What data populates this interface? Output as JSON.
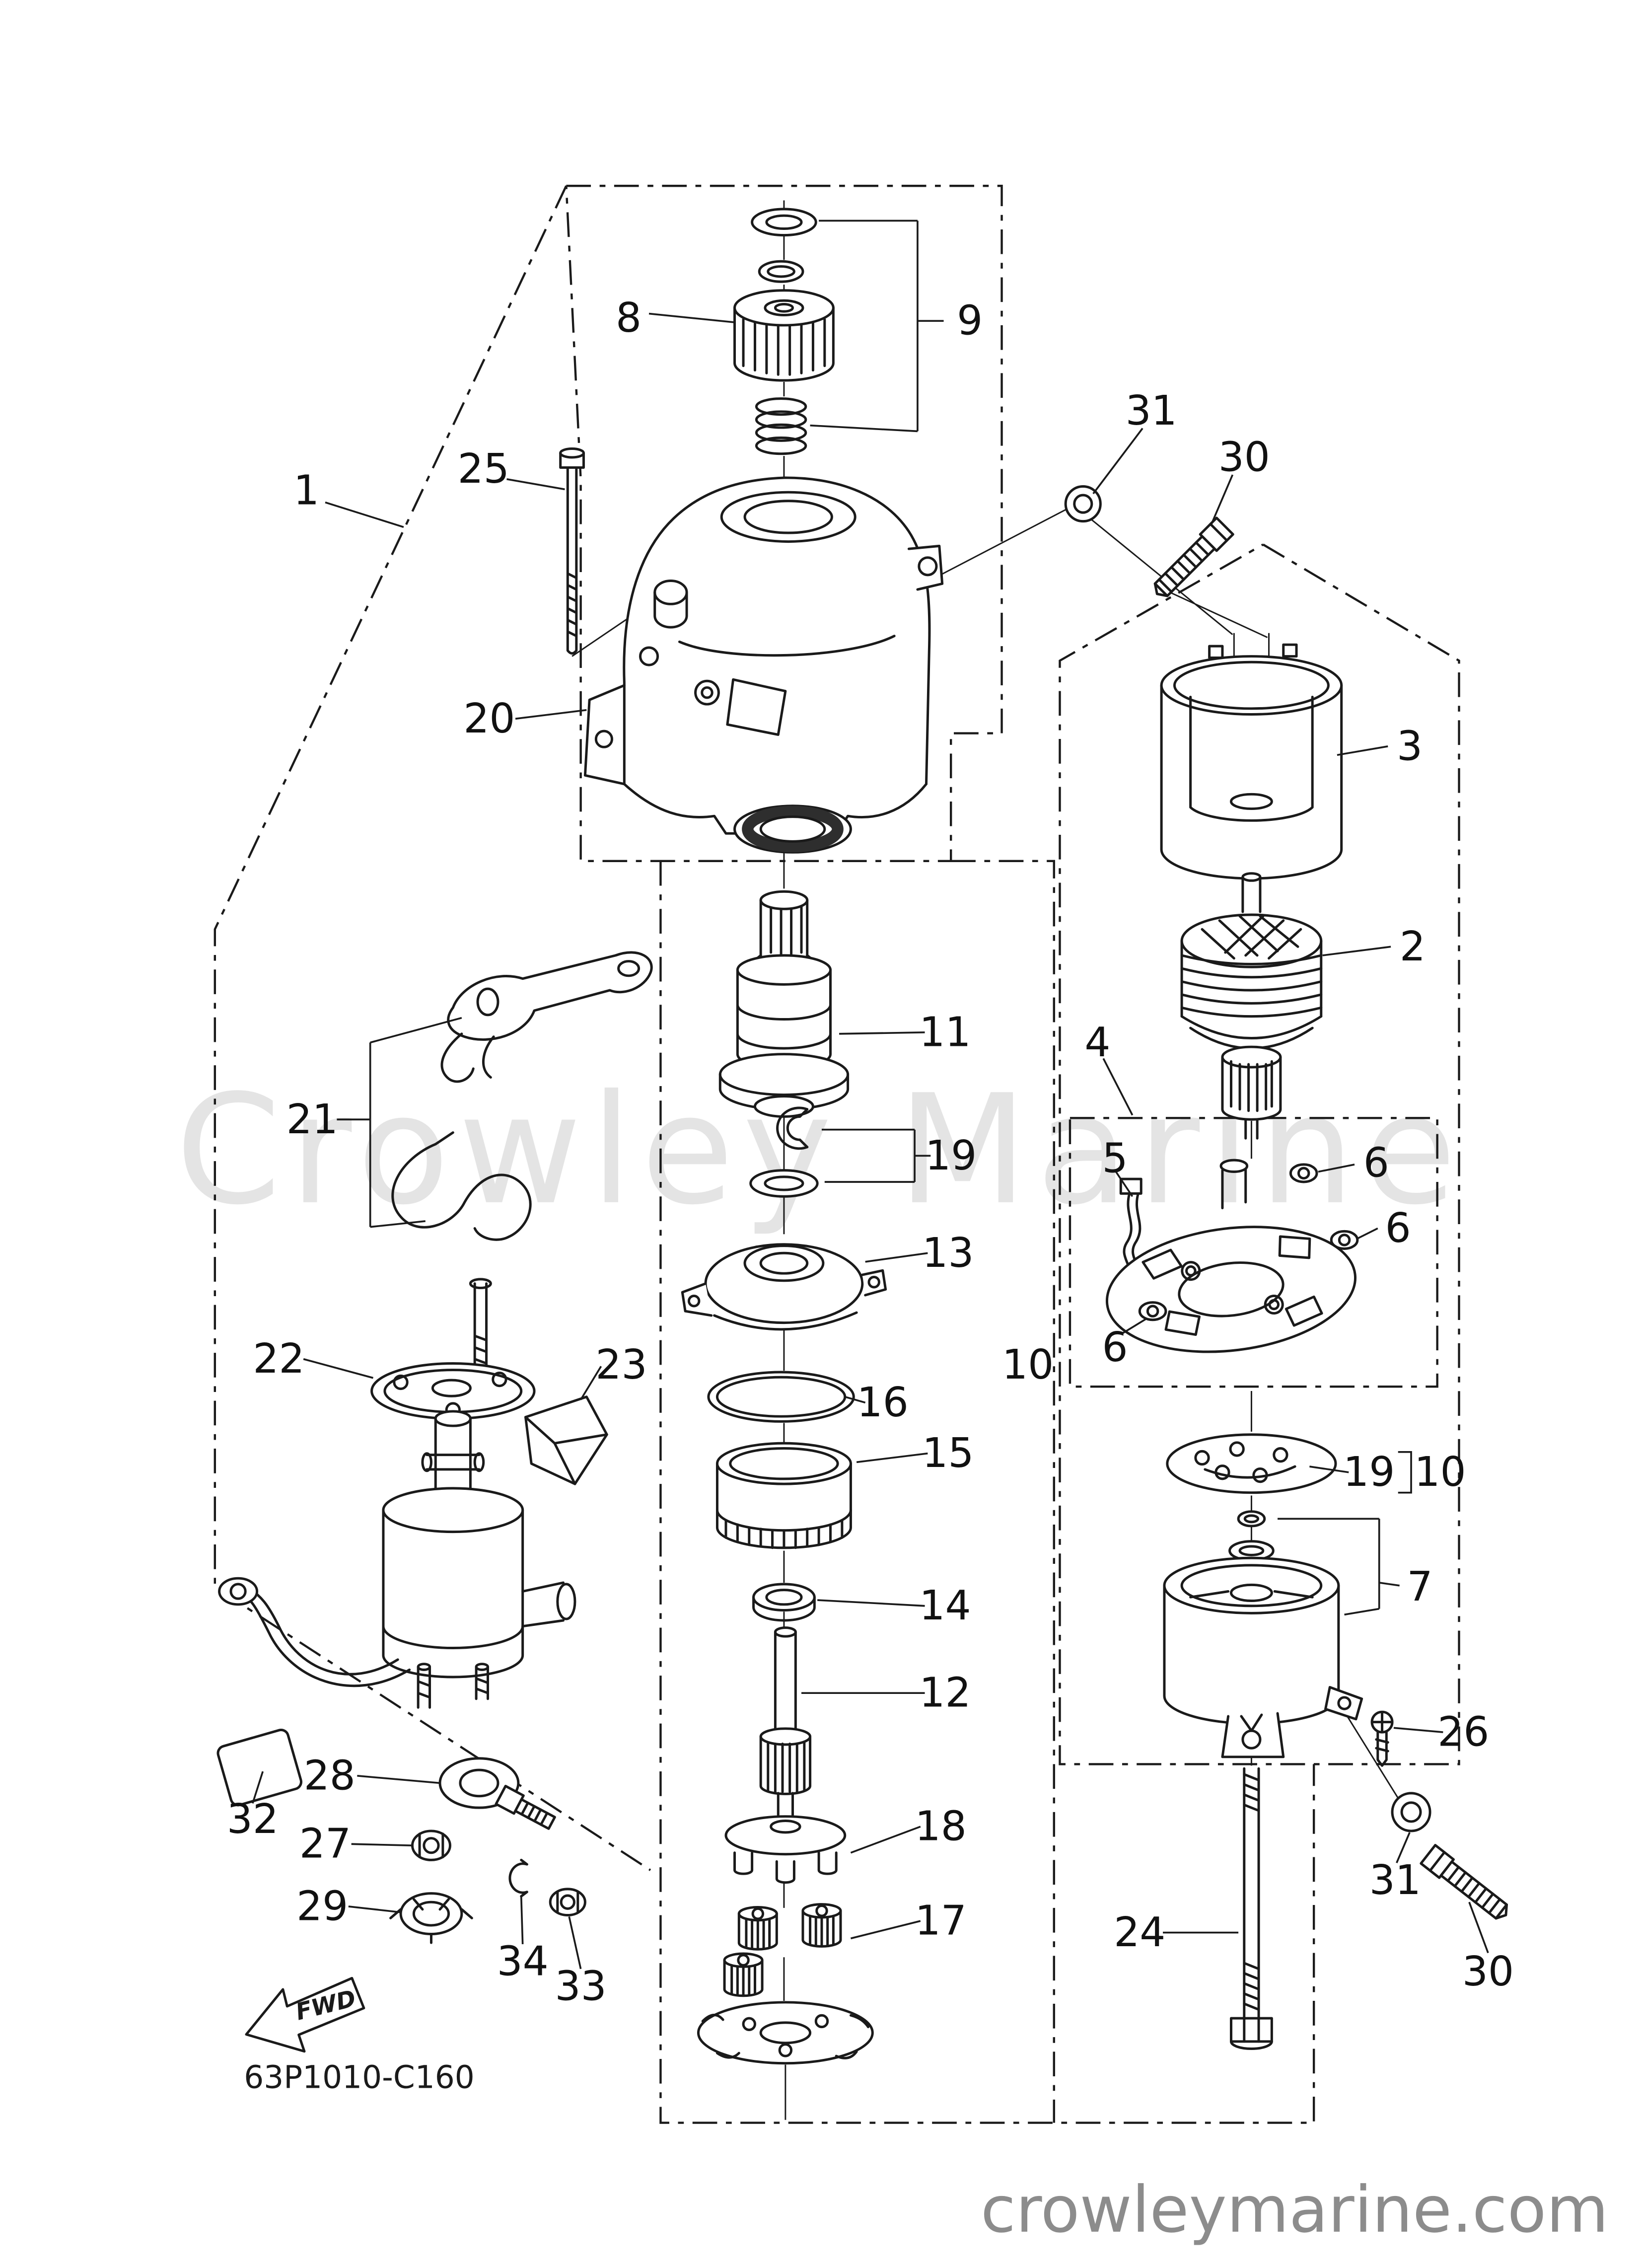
{
  "diagram": {
    "watermark": "Crowley Marine",
    "part_code": "63P1010-C160",
    "website": "crowleymarine.com",
    "fwd": "FWD",
    "ink_color": "#1a1a1a",
    "watermark_color": "#e4e4e4",
    "footer_color": "#8c8c8c",
    "callouts": [
      "8",
      "9",
      "1",
      "25",
      "31",
      "30",
      "20",
      "3",
      "2",
      "11",
      "4",
      "21",
      "19",
      "5",
      "6",
      "6",
      "13",
      "22",
      "23",
      "6",
      "10",
      "16",
      "15",
      "19",
      "10",
      "14",
      "7",
      "12",
      "26",
      "18",
      "28",
      "32",
      "27",
      "31",
      "29",
      "17",
      "24",
      "34",
      "33",
      "30"
    ]
  }
}
